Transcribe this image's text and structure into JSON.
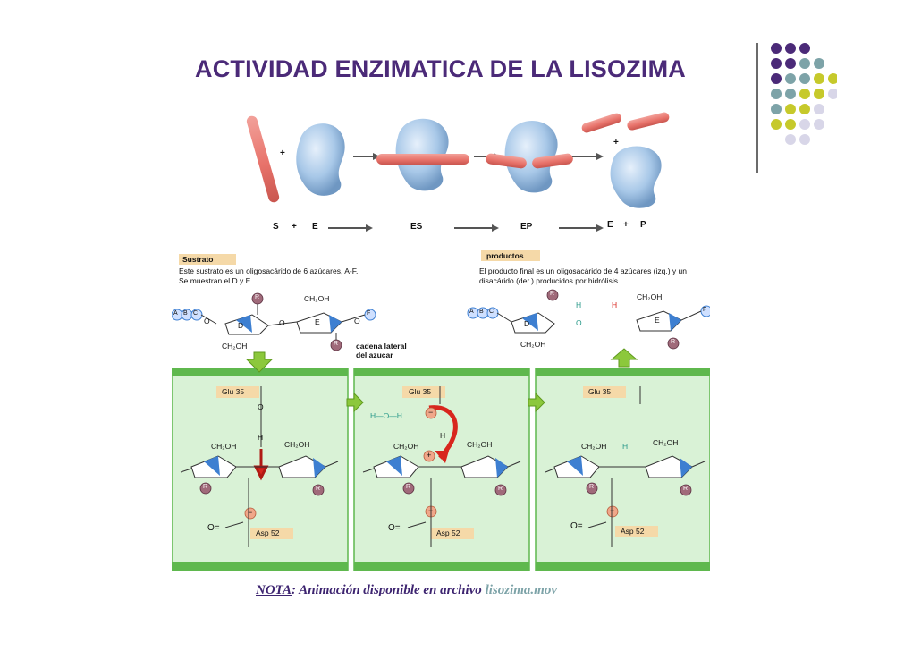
{
  "title": "ACTIVIDAD ENZIMATICA DE LA LISOZIMA",
  "colors": {
    "purple": "#4b2a78",
    "teal": "#7da3a8",
    "lime": "#c6c92b",
    "lavender": "#d8d6e8",
    "substrate": "#e8736b",
    "enzyme": "#a8c8e8",
    "panel_green": "#d9f2d6",
    "panel_border": "#5fb84e"
  },
  "top_labels": {
    "plus1": "+",
    "plus2": "+",
    "s": "S",
    "plus_a": "+",
    "e": "E",
    "es": "ES",
    "ep": "EP",
    "e2": "E",
    "plus_b": "+",
    "p": "P"
  },
  "sustrato": {
    "tag": "Sustrato",
    "line1": "Este sustrato es un oligosacárido de 6 azúcares, A-F.",
    "line2": "Se muestran el D y E",
    "side_chain_1": "cadena lateral",
    "side_chain_2": "del azucar"
  },
  "productos": {
    "tag": "productos",
    "line1": "El producto final es un oligosacárido de 4 azúcares (izq.) y un",
    "line2": "disacárido (der.) producidos por hidrólisis"
  },
  "chem": {
    "ch2oh": "CH₂OH",
    "r": "R",
    "o": "O",
    "c": "C",
    "h": "H",
    "d": "D",
    "e": "E",
    "f": "F",
    "a": "A",
    "b": "B",
    "cc": "C",
    "glu": "Glu 35",
    "asp": "Asp 52",
    "water": "H—O—H",
    "minus": "−",
    "plusc": "+",
    "oeq": "O="
  },
  "note": {
    "label": "NOTA",
    "text": ": Animación disponible en archivo ",
    "file": "lisozima.mov"
  }
}
